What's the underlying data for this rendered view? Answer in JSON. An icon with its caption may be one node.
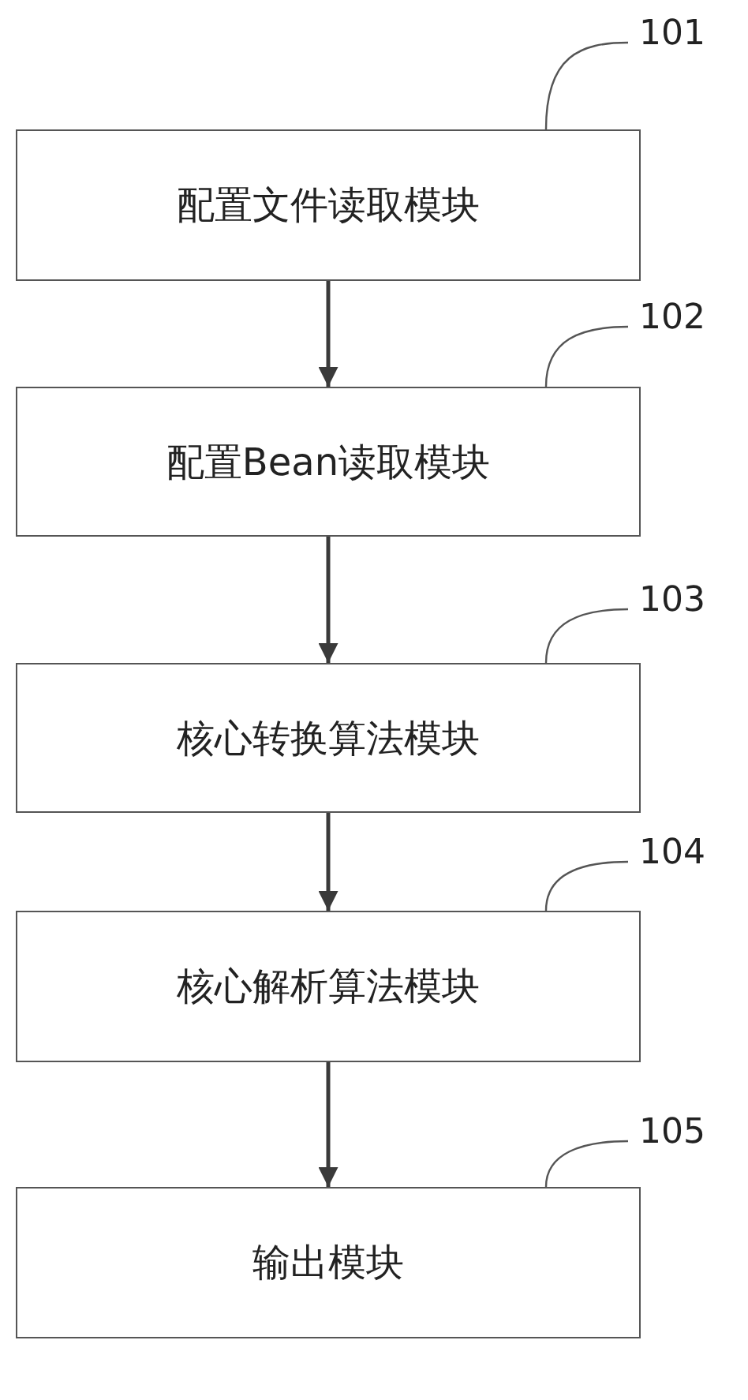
{
  "diagram": {
    "nodes": [
      {
        "text": [
          "101"
        ]
      },
      {
        "text": [
          "配置文件读取模块"
        ]
      },
      {
        "text": [
          "102"
        ]
      },
      {
        "text": [
          "配置Bean读取模块"
        ]
      },
      {
        "text": [
          "103"
        ]
      },
      {
        "text": [
          "核心转换算法模块"
        ]
      },
      {
        "text": [
          "104"
        ]
      },
      {
        "text": [
          "核心解析算法模块"
        ]
      },
      {
        "text": [
          "105"
        ]
      },
      {
        "text": [
          "输出模块"
        ]
      }
    ],
    "edges": [
      {
        "from": 0,
        "to": 1,
        "arrow": "none"
      },
      {
        "from": 1,
        "to": 3,
        "arrow": "to"
      },
      {
        "from": 2,
        "to": 3,
        "arrow": "none"
      },
      {
        "from": 3,
        "to": 5,
        "arrow": "to"
      },
      {
        "from": 4,
        "to": 5,
        "arrow": "none"
      },
      {
        "from": 5,
        "to": 7,
        "arrow": "to"
      },
      {
        "from": 6,
        "to": 7,
        "arrow": "none"
      },
      {
        "from": 7,
        "to": 9,
        "arrow": "to"
      },
      {
        "from": 8,
        "to": 9,
        "arrow": "none"
      }
    ]
  }
}
